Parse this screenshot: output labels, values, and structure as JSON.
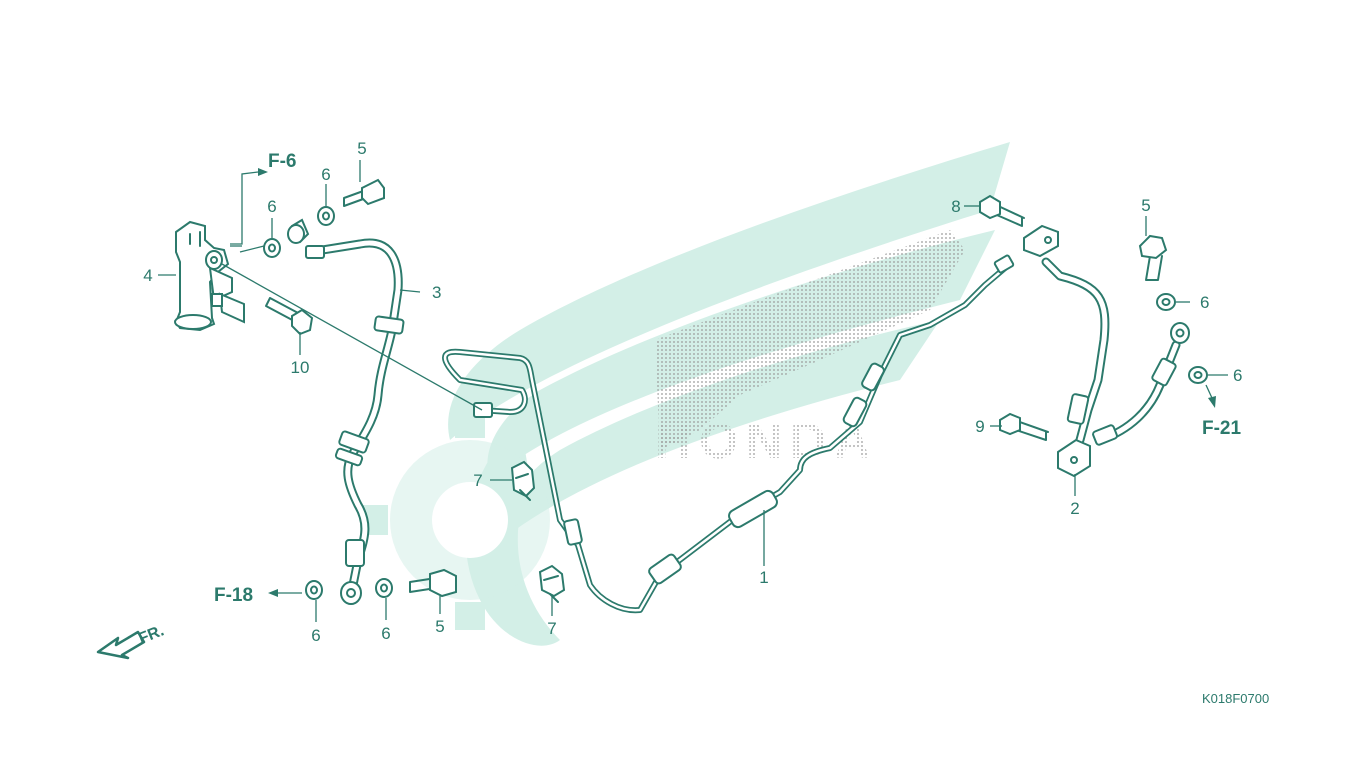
{
  "callouts": {
    "p1": "1",
    "p2": "2",
    "p3": "3",
    "p4": "4",
    "p5a": "5",
    "p5b": "5",
    "p5c": "5",
    "p6a": "6",
    "p6b": "6",
    "p6c": "6",
    "p6d": "6",
    "p6e": "6",
    "p6f": "6",
    "p7a": "7",
    "p7b": "7",
    "p8": "8",
    "p9": "9",
    "p10": "10"
  },
  "references": {
    "f6": "F-6",
    "f18": "F-18",
    "f21": "F-21"
  },
  "front_marker": "FR.",
  "diagram_code": "K018F0700",
  "watermark_text": "HONDA",
  "colors": {
    "line": "#2c7a6c",
    "watermark": "#d3efe7",
    "background": "#ffffff"
  },
  "icons": {
    "front_arrow": "arrow-left-down-icon",
    "watermark_logo": "honda-wing-logo"
  }
}
